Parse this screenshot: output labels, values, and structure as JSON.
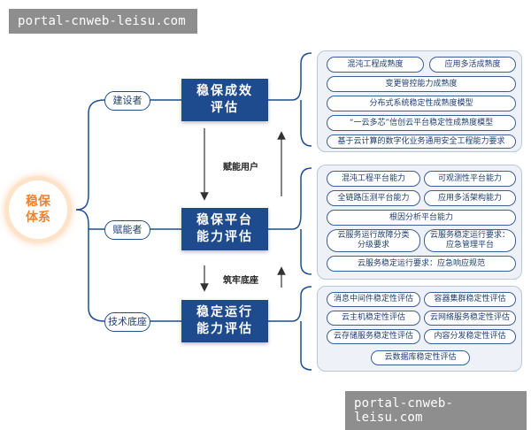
{
  "watermark": "portal-cnweb-leisu.com",
  "root": "稳保\n体系",
  "layers": [
    {
      "label": "建设者",
      "title": "稳保成效\n评估"
    },
    {
      "label": "赋能者",
      "title": "稳保平台\n能力评估"
    },
    {
      "label": "技术底座",
      "title": "稳定运行\n能力评估"
    }
  ],
  "between": [
    "赋能用户",
    "筑牢底座"
  ],
  "groups": [
    [
      "混沌工程成熟度",
      "应用多活成熟度",
      "变更管控能力成熟度",
      "分布式系统稳定性成熟度模型",
      "“一云多芯”信创云平台稳定性成熟度模型",
      "基于云计算的数字化业务通用安全工程能力要求"
    ],
    [
      "混沌工程平台能力",
      "可观测性平台能力",
      "全链路压测平台能力",
      "应用多活架构能力",
      "根因分析平台能力",
      "云服务运行故障分类\n分级要求",
      "云服务稳定运行要求：\n应急管理平台",
      "云服务稳定运行要求：应急响应规范"
    ],
    [
      "消息中间件稳定性评估",
      "容器集群稳定性评估",
      "云主机稳定性评估",
      "云网络服务稳定性评估",
      "云存储服务稳定性评估",
      "内容分发稳定性评估",
      "云数据库稳定性评估"
    ]
  ],
  "colors": {
    "primary": "#1e4a8e",
    "accent": "#f1812a",
    "panel": "#eef2f8"
  }
}
